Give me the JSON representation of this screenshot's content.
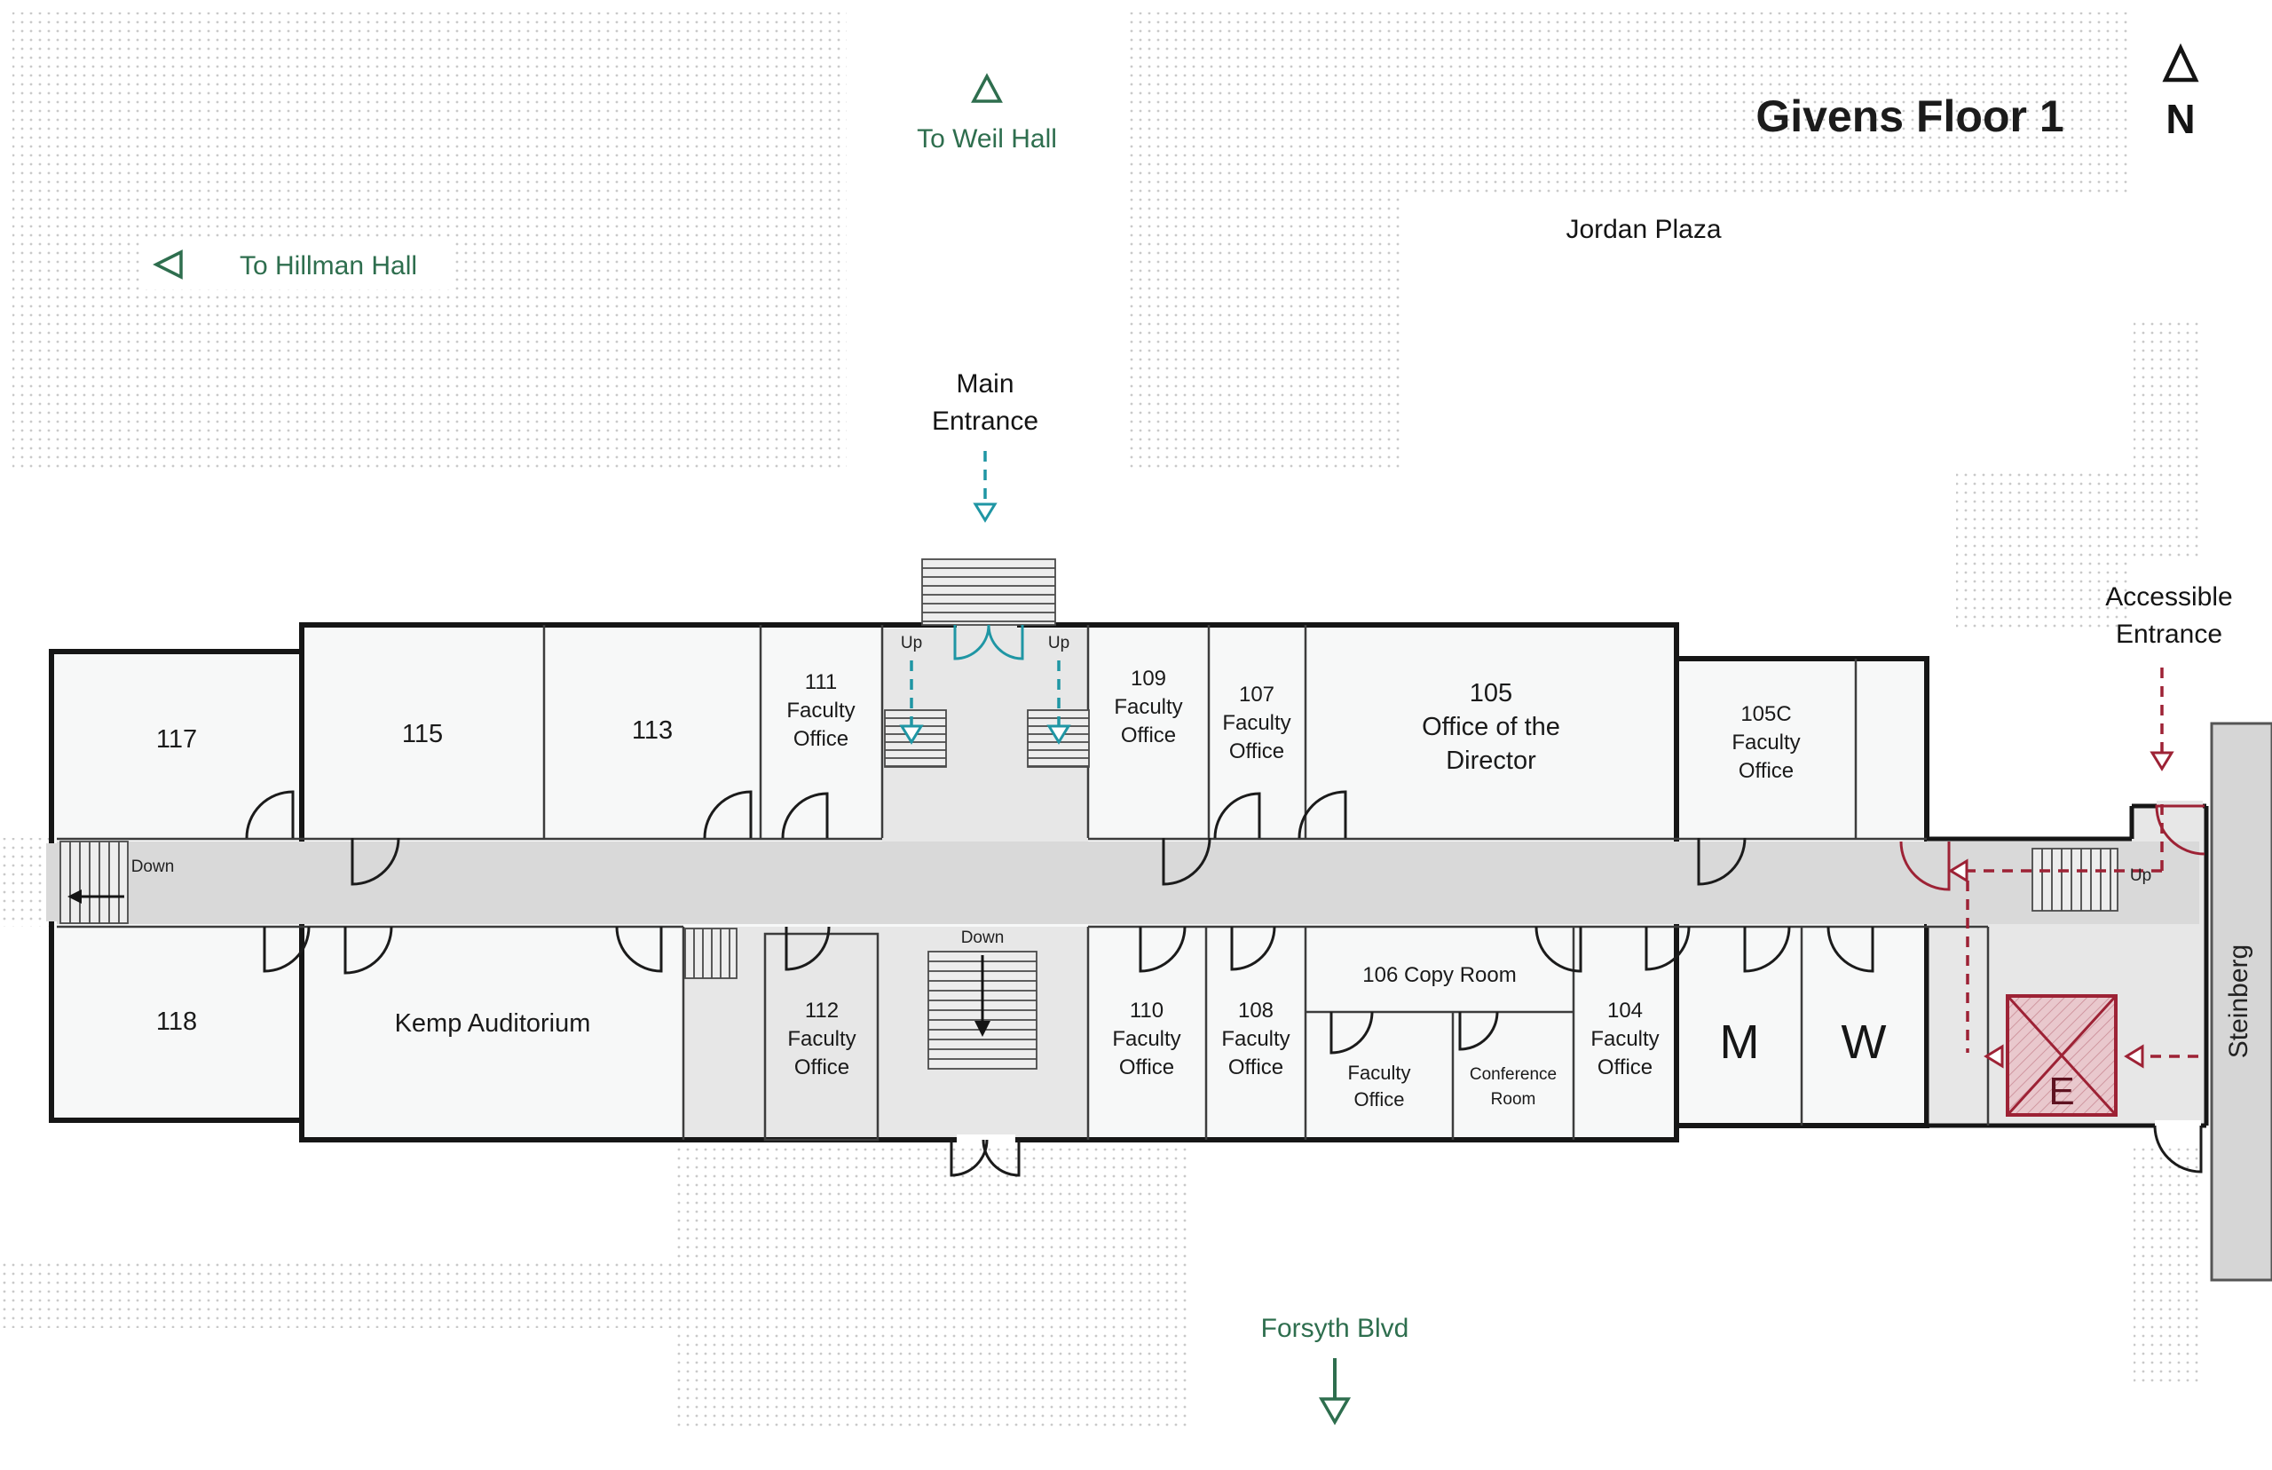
{
  "title": "Givens Floor 1",
  "compass": "N",
  "wayfinding": {
    "weil": "To Weil Hall",
    "hillman": "To Hillman Hall",
    "jordan_plaza": "Jordan Plaza",
    "forsyth": "Forsyth Blvd",
    "main_entrance": [
      "Main",
      "Entrance"
    ],
    "accessible_entrance": [
      "Accessible",
      "Entrance"
    ]
  },
  "rooms": {
    "r117": [
      "117"
    ],
    "r115": [
      "115"
    ],
    "r113": [
      "113"
    ],
    "r111": [
      "111",
      "Faculty",
      "Office"
    ],
    "r109": [
      "109",
      "Faculty",
      "Office"
    ],
    "r107": [
      "107",
      "Faculty",
      "Office"
    ],
    "r105": [
      "105",
      "Office of the",
      "Director"
    ],
    "r105c": [
      "105C",
      "Faculty",
      "Office"
    ],
    "r118": [
      "118"
    ],
    "kemp": [
      "Kemp Auditorium"
    ],
    "r112": [
      "112",
      "Faculty",
      "Office"
    ],
    "r110": [
      "110",
      "Faculty",
      "Office"
    ],
    "r108": [
      "108",
      "Faculty",
      "Office"
    ],
    "copy": [
      "106 Copy Room"
    ],
    "faculty_office": [
      "Faculty",
      "Office"
    ],
    "conference": [
      "Conference",
      "Room"
    ],
    "r104": [
      "104",
      "Faculty",
      "Office"
    ],
    "men": "M",
    "women": "W"
  },
  "labels": {
    "up": "Up",
    "down": "Down",
    "elevator": "E",
    "steinberg": "Steinberg"
  },
  "colors": {
    "wayfinding_green": "#2e6e4e",
    "entrance_teal": "#1f96a4",
    "accessible_red": "#9d2235",
    "wall_black": "#161616",
    "corridor_gray": "#d9d9d9",
    "room_fill": "#f7f8f8",
    "lobby_gray": "#e7e7e7",
    "elevator_pink": "#e9c8cd",
    "dots_gray": "#c9c9c9",
    "steinberg_gray": "#d6d6d6"
  }
}
